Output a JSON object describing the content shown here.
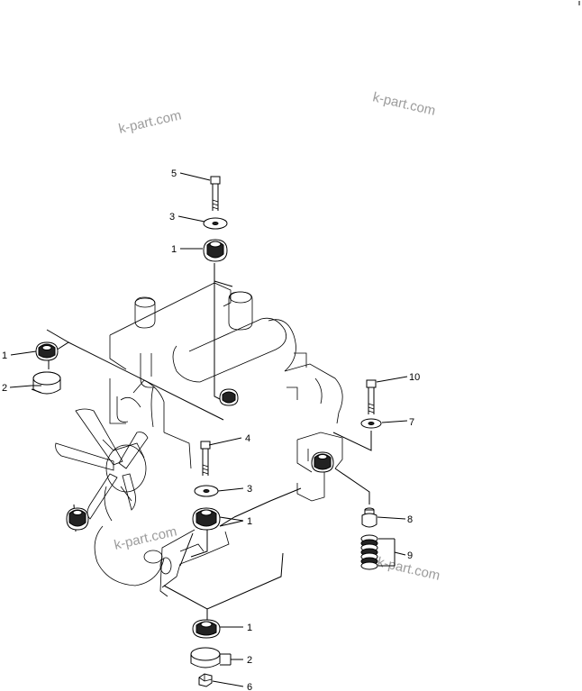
{
  "watermarks": [
    {
      "text": "k-part.com"
    },
    {
      "text": "k-part.com"
    },
    {
      "text": "k-part.com"
    },
    {
      "text": "k-part.com"
    }
  ],
  "callouts": {
    "top_bolt": "5",
    "top_washer": "3",
    "top_mount": "1",
    "left_mount": "1",
    "left_spacer": "2",
    "mid_bolt": "4",
    "mid_washer": "3",
    "mid_mount": "1",
    "right_bolt": "10",
    "right_washer": "7",
    "right_collar": "8",
    "right_springs": "9",
    "bottom_mount": "1",
    "bottom_spacer": "2",
    "bottom_nut": "6"
  },
  "icons": {
    "corner_mark": "tick-mark"
  }
}
